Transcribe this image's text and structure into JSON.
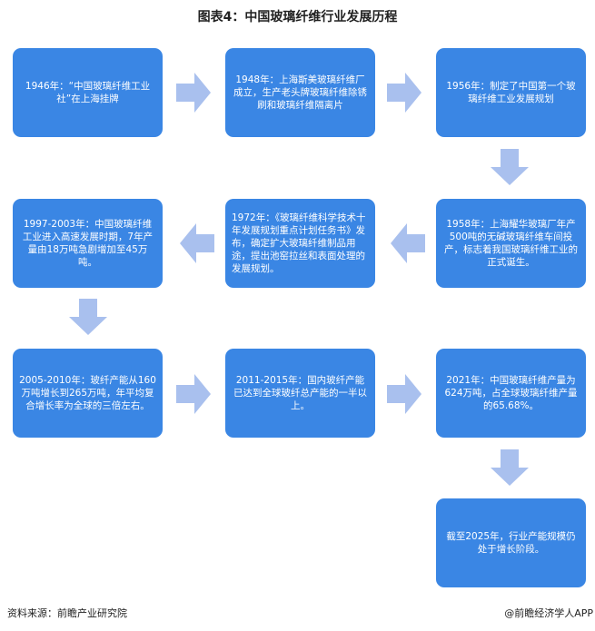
{
  "title": "图表4：中国玻璃纤维行业发展历程",
  "steps": [
    "1946年：“中国玻璃纤维工业社”在上海挂牌",
    "1948年：上海斯美玻璃纤维厂成立，生产老头牌玻璃纤维除锈刷和玻璃纤维隔离片",
    "1956年：制定了中国第一个玻璃纤维工业发展规划",
    "1958年：上海耀华玻璃厂年产500吨的无碱玻璃纤维车间投产，标志着我国玻璃纤维工业的正式诞生。",
    "1972年：《玻璃纤维科学技术十年发展规划重点计划任务书》发布，确定扩大玻璃纤维制品用途，提出池窑拉丝和表面处理的发展规划。",
    "1997-2003年：中国玻璃纤维工业进入高速发展时期，7年产量由18万吨急剧增加至45万吨。",
    "2005-2010年：玻纤产能从160万吨增长到265万吨，年平均复合增长率为全球的三倍左右。",
    "2011-2015年：国内玻纤产能已达到全球玻纤总产能的一半以上。",
    "2021年：中国玻璃纤维产量为624万吨，占全球玻璃纤维产量的65.68%。",
    "截至2025年，行业产能规模仍处于增长阶段。"
  ],
  "footer": {
    "source": "资料来源：前瞻产业研究院",
    "credit": "@前瞻经济学人APP"
  },
  "colors": {
    "box": "#3a86e4",
    "arrow": "#a9c0ee"
  }
}
